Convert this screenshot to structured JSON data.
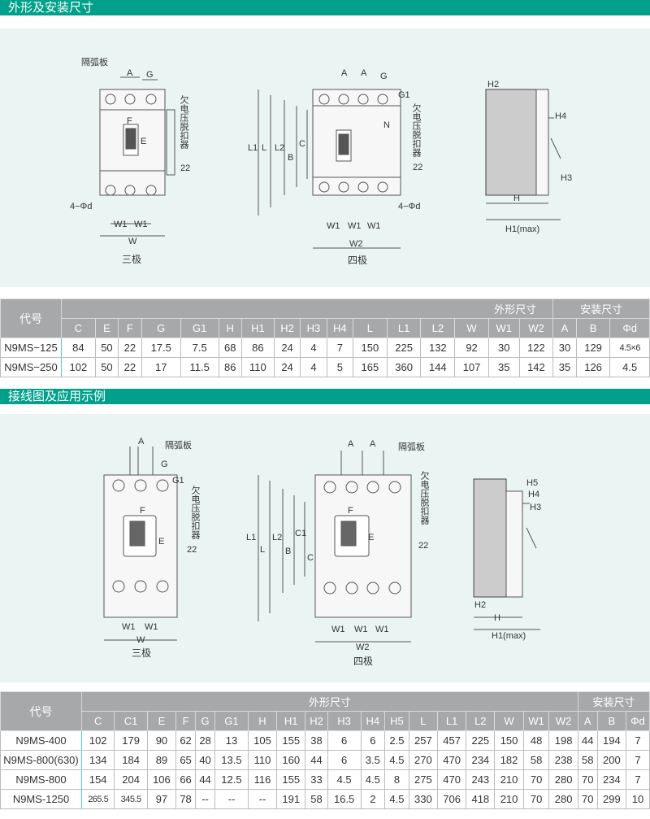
{
  "section1": {
    "title": "外形及安装尺寸"
  },
  "section2": {
    "title": "接线图及应用示例"
  },
  "labels": {
    "arc": "隔弧板",
    "uv": "欠电压脱扣器",
    "three": "三极",
    "four": "四极",
    "hole": "4−Φd",
    "h1max": "H1(max)",
    "N": "N",
    "d22": "22",
    "A": "A",
    "G": "G",
    "G1": "G1",
    "F": "F",
    "E": "E",
    "W": "W",
    "W1": "W1",
    "W2": "W2",
    "L": "L",
    "L1": "L1",
    "L2": "L2",
    "B": "B",
    "C": "C",
    "C1": "C1",
    "H": "H",
    "H2": "H2",
    "H3": "H3",
    "H4": "H4",
    "H5": "H5"
  },
  "table1": {
    "model_header": "代号",
    "group_dims": "外形尺寸",
    "group_mount": "安装尺寸",
    "columns": [
      "C",
      "E",
      "F",
      "G",
      "G1",
      "H",
      "H1",
      "H2",
      "H3",
      "H4",
      "L",
      "L1",
      "L2",
      "W",
      "W1",
      "W2",
      "A",
      "B",
      "Φd"
    ],
    "rows": [
      {
        "model": "N9MS−125",
        "values": [
          "84",
          "50",
          "22",
          "17.5",
          "7.5",
          "68",
          "86",
          "24",
          "4",
          "7",
          "150",
          "225",
          "132",
          "92",
          "30",
          "122",
          "30",
          "129",
          "4.5×6"
        ]
      },
      {
        "model": "N9MS−250",
        "values": [
          "102",
          "50",
          "22",
          "17",
          "11.5",
          "86",
          "110",
          "24",
          "4",
          "5",
          "165",
          "360",
          "144",
          "107",
          "35",
          "142",
          "35",
          "126",
          "4.5"
        ]
      }
    ]
  },
  "table2": {
    "model_header": "代号",
    "group_dims": "外形尺寸",
    "group_mount": "安装尺寸",
    "columns": [
      "C",
      "C1",
      "E",
      "F",
      "G",
      "G1",
      "H",
      "H1",
      "H2",
      "H3",
      "H4",
      "H5",
      "L",
      "L1",
      "L2",
      "W",
      "W1",
      "W2",
      "A",
      "B",
      "Φd"
    ],
    "rows": [
      {
        "model": "N9MS-400",
        "values": [
          "102",
          "179",
          "90",
          "62",
          "28",
          "13",
          "105",
          "155",
          "38",
          "6",
          "6",
          "2.5",
          "257",
          "457",
          "225",
          "150",
          "48",
          "198",
          "44",
          "194",
          "7"
        ]
      },
      {
        "model": "N9MS-800(630)",
        "values": [
          "134",
          "184",
          "89",
          "65",
          "40",
          "13.5",
          "110",
          "160",
          "44",
          "6",
          "3.5",
          "4.5",
          "270",
          "470",
          "234",
          "182",
          "58",
          "238",
          "58",
          "200",
          "7"
        ]
      },
      {
        "model": "N9MS-800",
        "values": [
          "154",
          "204",
          "106",
          "66",
          "44",
          "12.5",
          "116",
          "155",
          "33",
          "4.5",
          "4.5",
          "8",
          "275",
          "470",
          "243",
          "210",
          "70",
          "280",
          "70",
          "234",
          "7"
        ]
      },
      {
        "model": "N9MS-1250",
        "values": [
          "265.5",
          "345.5",
          "97",
          "78",
          "--",
          "--",
          "--",
          "191",
          "58",
          "16.5",
          "2",
          "4.5",
          "330",
          "706",
          "418",
          "210",
          "70",
          "280",
          "70",
          "299",
          "10"
        ]
      }
    ]
  }
}
